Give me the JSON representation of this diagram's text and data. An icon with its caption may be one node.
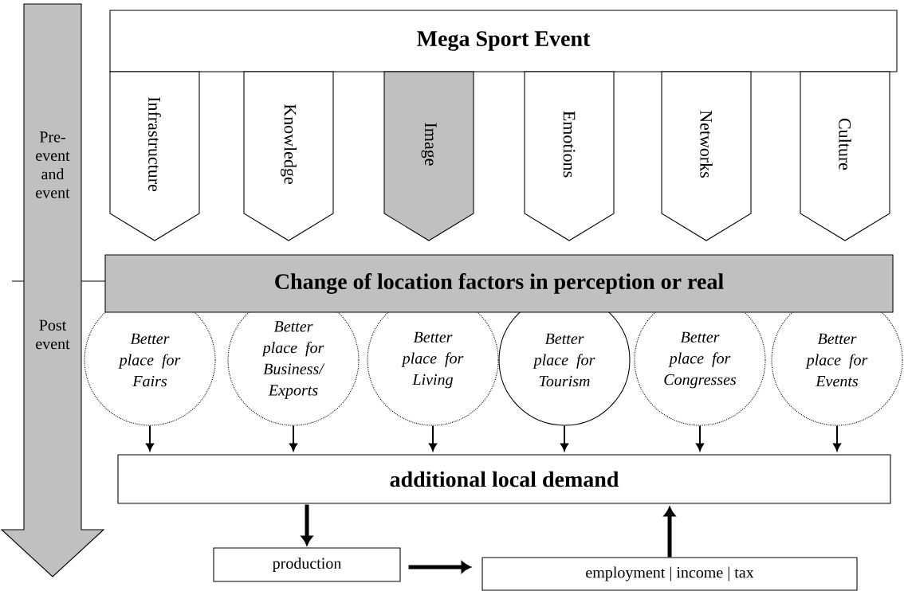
{
  "diagram": {
    "nodes": [
      {
        "text": [
          "Pre- event and event",
          "Post event"
        ]
      },
      {
        "text": [
          "Mega Sport Event"
        ]
      },
      {
        "text": [
          "Infrastructure"
        ]
      },
      {
        "text": [
          "Knowledge"
        ]
      },
      {
        "text": [
          "Image"
        ]
      },
      {
        "text": [
          "Emotions"
        ]
      },
      {
        "text": [
          "Networks"
        ]
      },
      {
        "text": [
          "Culture"
        ]
      },
      {
        "text": [
          "Change of location factors in perception or real"
        ]
      },
      {
        "text": [
          "Better place for Fairs"
        ]
      },
      {
        "text": [
          "Better place for Business/ Exports"
        ]
      },
      {
        "text": [
          "Better place for Living"
        ]
      },
      {
        "text": [
          "Better place for Tourism"
        ]
      },
      {
        "text": [
          "Better place for Congresses"
        ]
      },
      {
        "text": [
          "Better place for Events"
        ]
      },
      {
        "text": [
          "additional local demand"
        ]
      },
      {
        "text": [
          "production"
        ]
      },
      {
        "text": [
          "employment | income | tax"
        ]
      }
    ],
    "edges": [
      {
        "from": 9,
        "to": 15,
        "arrow": "to"
      },
      {
        "from": 10,
        "to": 15,
        "arrow": "to"
      },
      {
        "from": 11,
        "to": 15,
        "arrow": "to"
      },
      {
        "from": 12,
        "to": 15,
        "arrow": "to"
      },
      {
        "from": 13,
        "to": 15,
        "arrow": "to"
      },
      {
        "from": 14,
        "to": 15,
        "arrow": "to"
      },
      {
        "from": 15,
        "to": 16,
        "arrow": "to",
        "style": "thick"
      },
      {
        "from": 16,
        "to": 17,
        "arrow": "to",
        "style": "thick"
      },
      {
        "from": 17,
        "to": 15,
        "arrow": "to",
        "style": "thick"
      }
    ]
  }
}
